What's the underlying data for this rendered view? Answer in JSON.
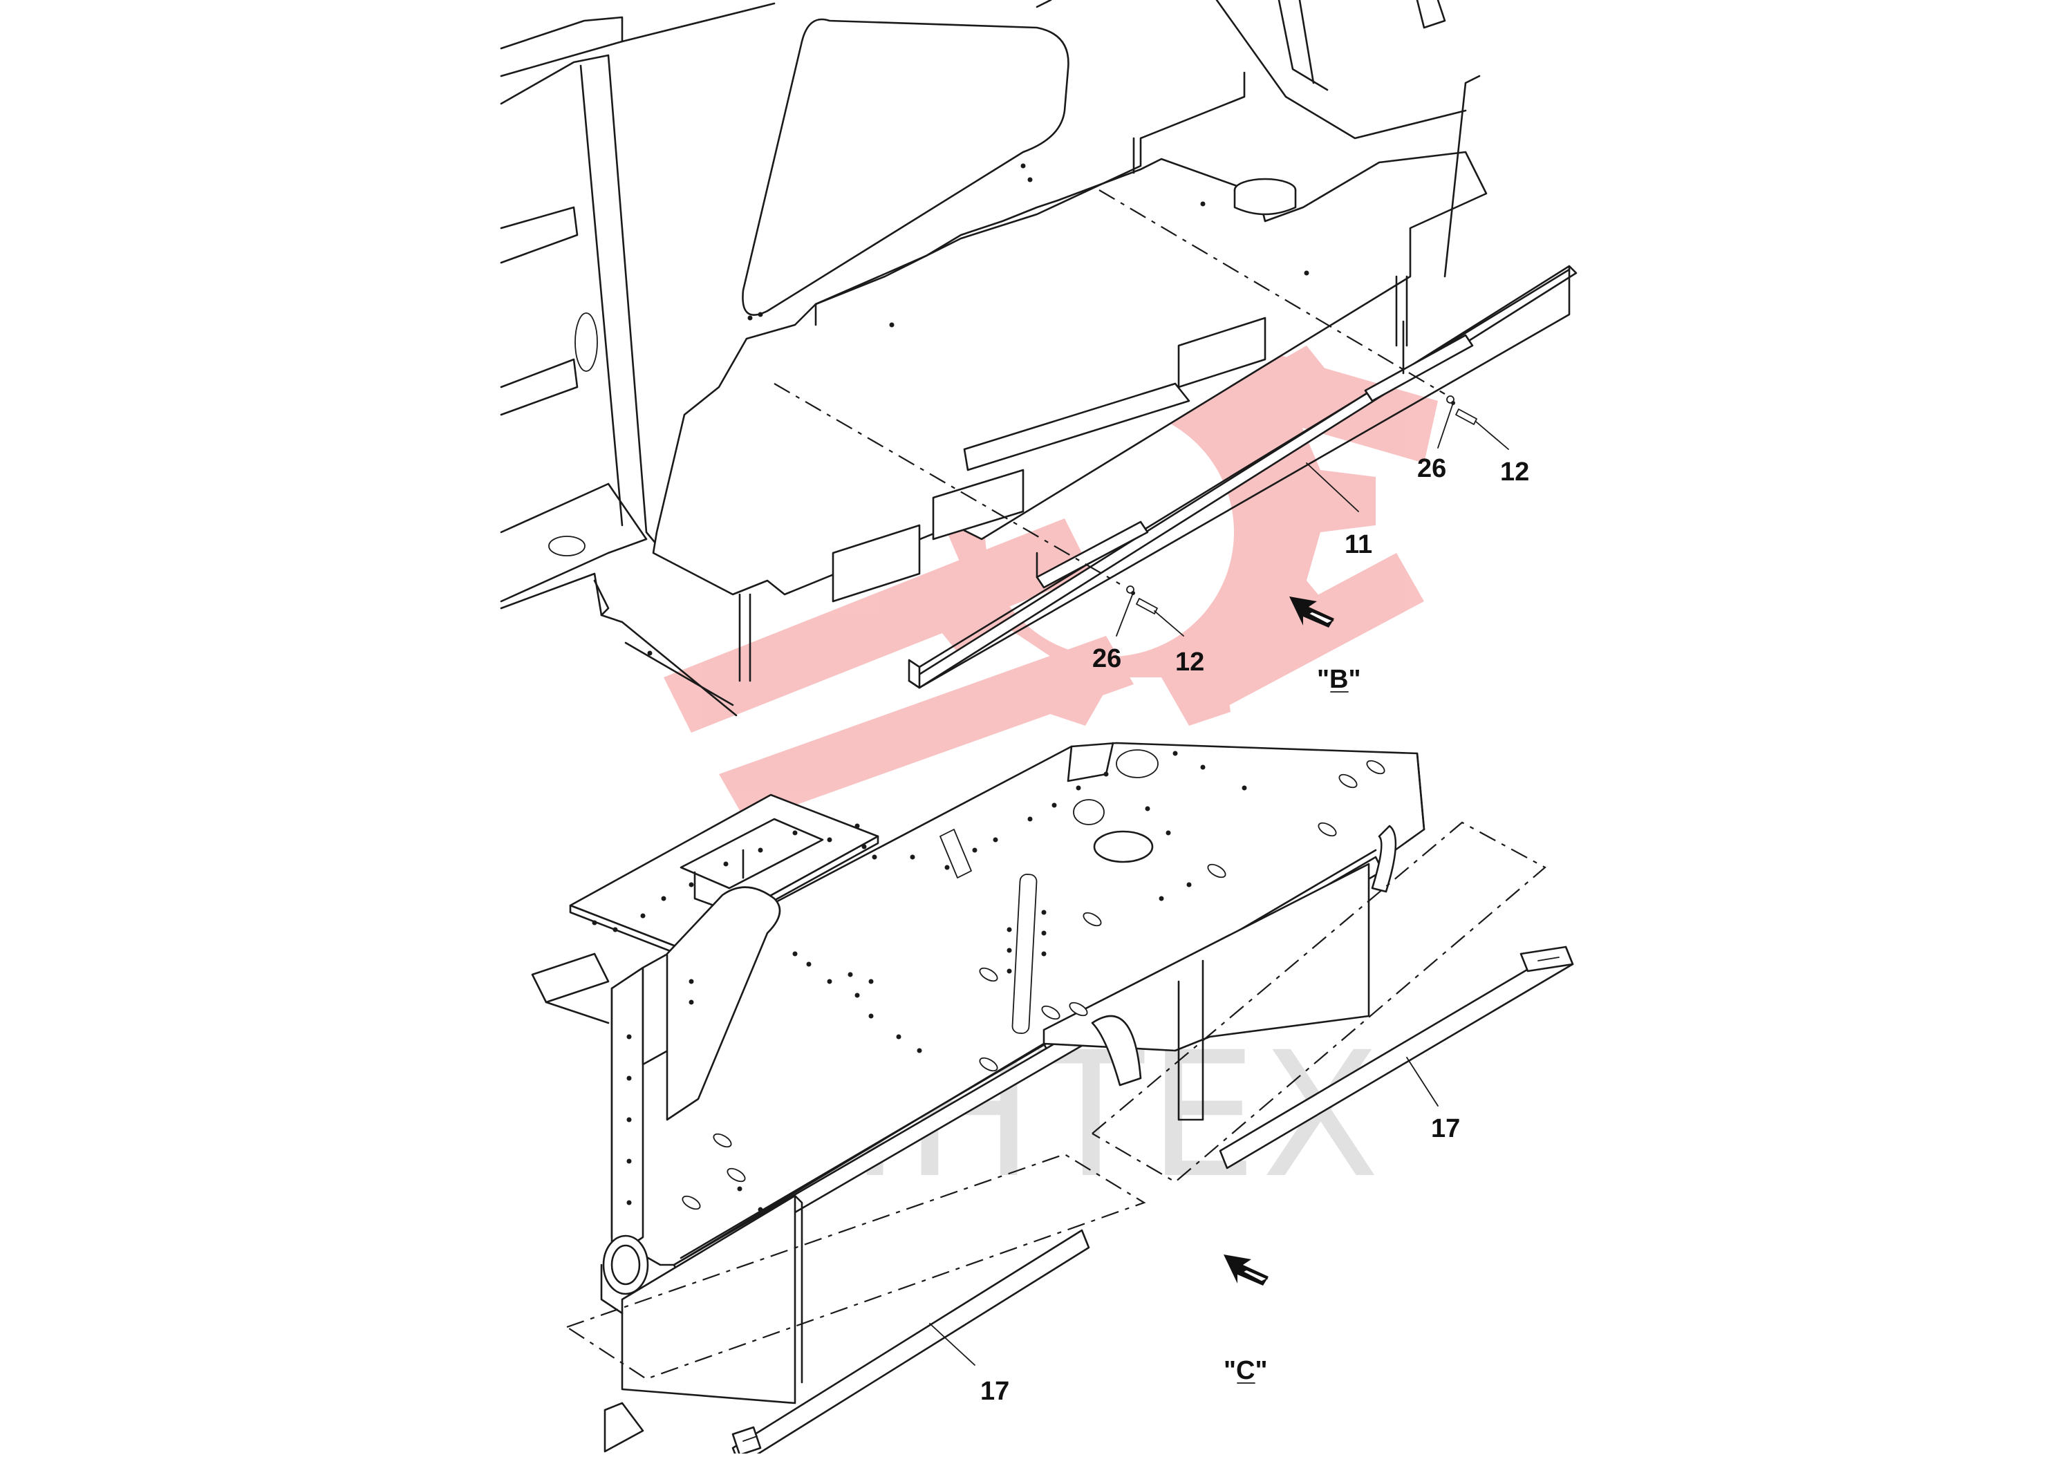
{
  "callouts": {
    "c11": "11",
    "c26_upper": "26",
    "c12_upper": "12",
    "c26_lower": "26",
    "c12_lower": "12",
    "c17_right": "17",
    "c17_left": "17"
  },
  "views": {
    "view_b": "\"B\"",
    "view_c": "\"C\""
  },
  "watermark": {
    "text": "ИНТЕХ",
    "gear_color": "#f28a8a",
    "text_color": "#d6d6d6"
  },
  "colors": {
    "line": "#1a1a1a",
    "background": "#ffffff"
  }
}
